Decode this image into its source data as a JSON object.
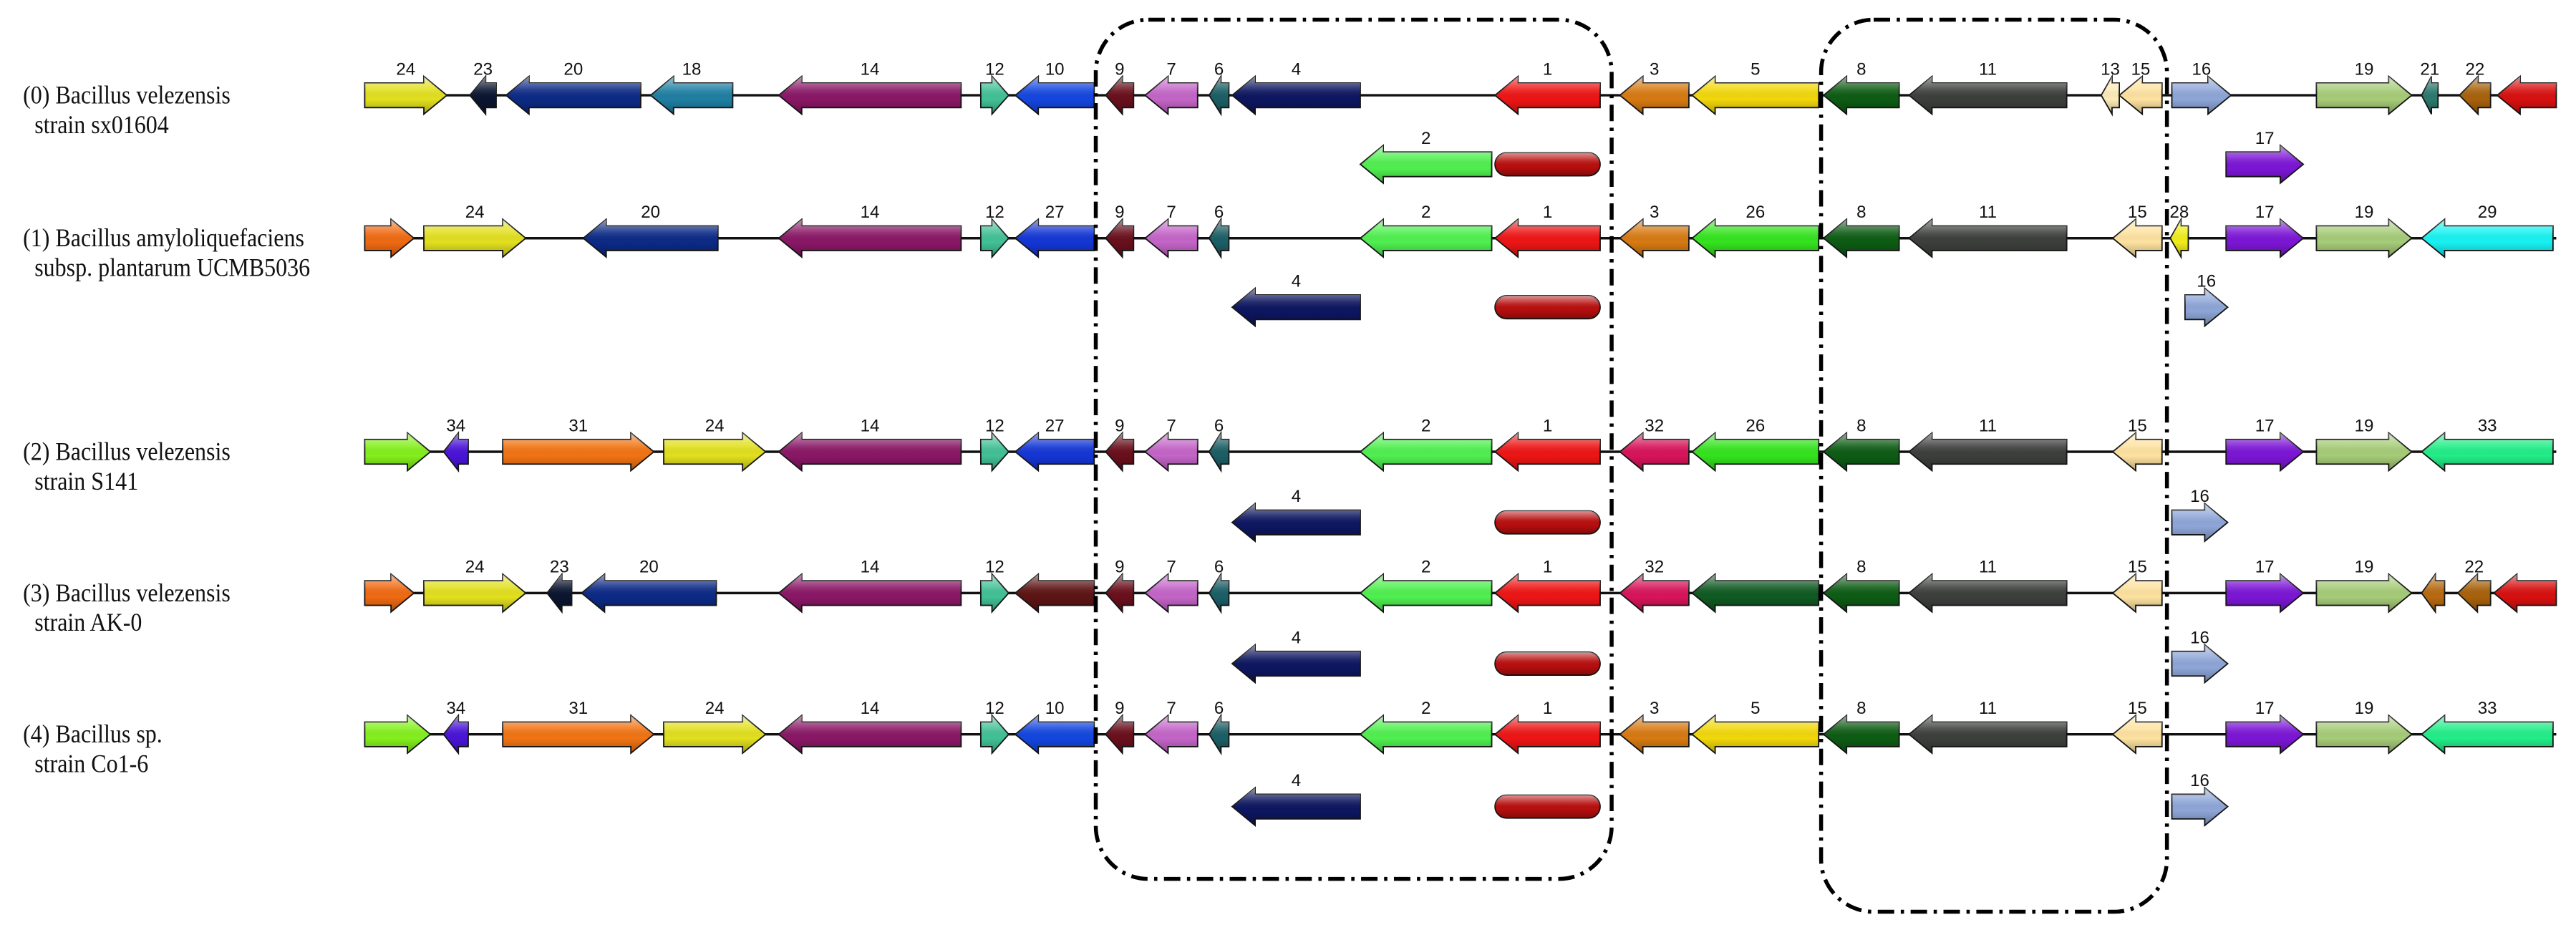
{
  "rows": [
    {
      "name_line1": "(0) Bacillus velezensis",
      "name_line2": "strain sx01604",
      "main_track": [
        {
          "label": "24",
          "color": "#e2e01e",
          "strand": 1
        },
        {
          "label": "23",
          "color": "#0b1530",
          "strand": -1
        },
        {
          "label": "20",
          "color": "#0c2a86",
          "strand": -1
        },
        {
          "label": "18",
          "color": "#1f7fa3",
          "strand": -1
        },
        {
          "label": "14",
          "color": "#8a1766",
          "strand": -1
        },
        {
          "label": "12",
          "color": "#42c196",
          "strand": 1
        },
        {
          "label": "10",
          "color": "#1446e0",
          "strand": -1
        },
        {
          "label": "9",
          "color": "#6a0f1c",
          "strand": -1
        },
        {
          "label": "7",
          "color": "#c465c8",
          "strand": -1
        },
        {
          "label": "6",
          "color": "#1b5f66",
          "strand": -1
        },
        {
          "label": "4",
          "color": "#0d1660",
          "strand": -1
        },
        {
          "label": "1",
          "color": "#ee1515",
          "strand": -1
        },
        {
          "label": "3",
          "color": "#d77a12",
          "strand": -1
        },
        {
          "label": "5",
          "color": "#f2d80a",
          "strand": -1
        },
        {
          "label": "8",
          "color": "#0d5c14",
          "strand": -1
        },
        {
          "label": "11",
          "color": "#3d3f3d",
          "strand": -1
        },
        {
          "label": "13",
          "color": "#fdebb8",
          "strand": -1
        },
        {
          "label": "15",
          "color": "#fee2a0",
          "strand": -1
        },
        {
          "label": "16",
          "color": "#8ea6d8",
          "strand": 1
        },
        {
          "label": "19",
          "color": "#a6cc78",
          "strand": 1
        },
        {
          "label": "21",
          "color": "#2c7a6e",
          "strand": -1
        },
        {
          "label": "22",
          "color": "#a8620c",
          "strand": -1
        },
        {
          "color": "#d81010",
          "strand": -1
        }
      ],
      "lower_track": [
        {
          "label": "2",
          "color": "#50f050",
          "strand": -1
        },
        {
          "label": "17",
          "color": "#7c16d6",
          "strand": 1
        }
      ],
      "rounded_feature": {
        "color": "#b80e0e"
      }
    },
    {
      "name_line1": "(1) Bacillus amyloliquefaciens",
      "name_line2": "subsp. plantarum UCMB5036",
      "main_track": [
        {
          "color": "#f06a12",
          "strand": 1
        },
        {
          "label": "24",
          "color": "#e2e01e",
          "strand": 1
        },
        {
          "label": "20",
          "color": "#0c2a86",
          "strand": -1
        },
        {
          "label": "14",
          "color": "#8a1766",
          "strand": -1
        },
        {
          "label": "12",
          "color": "#42c196",
          "strand": 1
        },
        {
          "label": "27",
          "color": "#1436d6",
          "strand": -1
        },
        {
          "label": "9",
          "color": "#6a0f1c",
          "strand": -1
        },
        {
          "label": "7",
          "color": "#c465c8",
          "strand": -1
        },
        {
          "label": "6",
          "color": "#1b5f66",
          "strand": -1
        },
        {
          "label": "2",
          "color": "#50f050",
          "strand": -1
        },
        {
          "label": "1",
          "color": "#ee1515",
          "strand": -1
        },
        {
          "label": "3",
          "color": "#d77a12",
          "strand": -1
        },
        {
          "label": "26",
          "color": "#34e41e",
          "strand": -1
        },
        {
          "label": "8",
          "color": "#0d5c14",
          "strand": -1
        },
        {
          "label": "11",
          "color": "#3d3f3d",
          "strand": -1
        },
        {
          "label": "15",
          "color": "#fee2a0",
          "strand": -1
        },
        {
          "label": "28",
          "color": "#f0ec1c",
          "strand": -1
        },
        {
          "label": "17",
          "color": "#7c16d6",
          "strand": 1
        },
        {
          "label": "19",
          "color": "#a6cc78",
          "strand": 1
        },
        {
          "label": "29",
          "color": "#18f2f2",
          "strand": -1
        }
      ],
      "lower_track": [
        {
          "label": "4",
          "color": "#0d1660",
          "strand": -1
        },
        {
          "label": "16",
          "color": "#8ea6d8",
          "strand": 1
        }
      ],
      "rounded_feature": {
        "color": "#b80e0e"
      }
    },
    {
      "name_line1": "(2) Bacillus velezensis",
      "name_line2": "strain S141",
      "main_track": [
        {
          "color": "#84f01c",
          "strand": 1
        },
        {
          "label": "34",
          "color": "#4a14d8",
          "strand": -1
        },
        {
          "label": "31",
          "color": "#f27414",
          "strand": 1
        },
        {
          "label": "24",
          "color": "#e2e01e",
          "strand": 1
        },
        {
          "label": "14",
          "color": "#8a1766",
          "strand": -1
        },
        {
          "label": "12",
          "color": "#42c196",
          "strand": 1
        },
        {
          "label": "27",
          "color": "#1436d6",
          "strand": -1
        },
        {
          "label": "9",
          "color": "#6a0f1c",
          "strand": -1
        },
        {
          "label": "7",
          "color": "#c465c8",
          "strand": -1
        },
        {
          "label": "6",
          "color": "#1b5f66",
          "strand": -1
        },
        {
          "label": "2",
          "color": "#50f050",
          "strand": -1
        },
        {
          "label": "1",
          "color": "#ee1515",
          "strand": -1
        },
        {
          "label": "32",
          "color": "#d8145a",
          "strand": -1
        },
        {
          "label": "26",
          "color": "#34e41e",
          "strand": -1
        },
        {
          "label": "8",
          "color": "#0d5c14",
          "strand": -1
        },
        {
          "label": "11",
          "color": "#3d3f3d",
          "strand": -1
        },
        {
          "label": "15",
          "color": "#fee2a0",
          "strand": -1
        },
        {
          "label": "17",
          "color": "#7c16d6",
          "strand": 1
        },
        {
          "label": "19",
          "color": "#a6cc78",
          "strand": 1
        },
        {
          "label": "33",
          "color": "#22ee88",
          "strand": -1
        }
      ],
      "lower_track": [
        {
          "label": "4",
          "color": "#0d1660",
          "strand": -1
        },
        {
          "label": "16",
          "color": "#8ea6d8",
          "strand": 1
        }
      ],
      "rounded_feature": {
        "color": "#b80e0e"
      }
    },
    {
      "name_line1": "(3) Bacillus velezensis",
      "name_line2": "strain AK-0",
      "main_track": [
        {
          "color": "#f06a12",
          "strand": 1
        },
        {
          "label": "24",
          "color": "#e2e01e",
          "strand": 1
        },
        {
          "label": "23",
          "color": "#0b1530",
          "strand": -1
        },
        {
          "label": "20",
          "color": "#0c2a86",
          "strand": -1
        },
        {
          "label": "14",
          "color": "#8a1766",
          "strand": -1
        },
        {
          "label": "12",
          "color": "#42c196",
          "strand": 1
        },
        {
          "color": "#5e1414",
          "strand": -1
        },
        {
          "label": "9",
          "color": "#6a0f1c",
          "strand": -1
        },
        {
          "label": "7",
          "color": "#c465c8",
          "strand": -1
        },
        {
          "label": "6",
          "color": "#1b5f66",
          "strand": -1
        },
        {
          "label": "2",
          "color": "#50f050",
          "strand": -1
        },
        {
          "label": "1",
          "color": "#ee1515",
          "strand": -1
        },
        {
          "label": "32",
          "color": "#d8145a",
          "strand": -1
        },
        {
          "color": "#0f5a22",
          "strand": -1
        },
        {
          "label": "8",
          "color": "#0d5c14",
          "strand": -1
        },
        {
          "label": "11",
          "color": "#3d3f3d",
          "strand": -1
        },
        {
          "label": "15",
          "color": "#fee2a0",
          "strand": -1
        },
        {
          "label": "17",
          "color": "#7c16d6",
          "strand": 1
        },
        {
          "label": "19",
          "color": "#a6cc78",
          "strand": 1
        },
        {
          "color": "#b86a10",
          "strand": -1
        },
        {
          "label": "22",
          "color": "#a8620c",
          "strand": -1
        },
        {
          "color": "#d81010",
          "strand": -1
        }
      ],
      "lower_track": [
        {
          "label": "4",
          "color": "#0d1660",
          "strand": -1
        },
        {
          "label": "16",
          "color": "#8ea6d8",
          "strand": 1
        }
      ],
      "rounded_feature": {
        "color": "#b80e0e"
      }
    },
    {
      "name_line1": "(4) Bacillus sp.",
      "name_line2": "strain Co1-6",
      "main_track": [
        {
          "color": "#84f01c",
          "strand": 1
        },
        {
          "label": "34",
          "color": "#4a14d8",
          "strand": -1
        },
        {
          "label": "31",
          "color": "#f27414",
          "strand": 1
        },
        {
          "label": "24",
          "color": "#e2e01e",
          "strand": 1
        },
        {
          "label": "14",
          "color": "#8a1766",
          "strand": -1
        },
        {
          "label": "12",
          "color": "#42c196",
          "strand": 1
        },
        {
          "label": "10",
          "color": "#1446e0",
          "strand": -1
        },
        {
          "label": "9",
          "color": "#6a0f1c",
          "strand": -1
        },
        {
          "label": "7",
          "color": "#c465c8",
          "strand": -1
        },
        {
          "label": "6",
          "color": "#1b5f66",
          "strand": -1
        },
        {
          "label": "2",
          "color": "#50f050",
          "strand": -1
        },
        {
          "label": "1",
          "color": "#ee1515",
          "strand": -1
        },
        {
          "label": "3",
          "color": "#d77a12",
          "strand": -1
        },
        {
          "label": "5",
          "color": "#f2d80a",
          "strand": -1
        },
        {
          "label": "8",
          "color": "#0d5c14",
          "strand": -1
        },
        {
          "label": "11",
          "color": "#3d3f3d",
          "strand": -1
        },
        {
          "label": "15",
          "color": "#fee2a0",
          "strand": -1
        },
        {
          "label": "17",
          "color": "#7c16d6",
          "strand": 1
        },
        {
          "label": "19",
          "color": "#a6cc78",
          "strand": 1
        },
        {
          "label": "33",
          "color": "#22ee88",
          "strand": -1
        }
      ],
      "lower_track": [
        {
          "label": "4",
          "color": "#0d1660",
          "strand": -1
        },
        {
          "label": "16",
          "color": "#8ea6d8",
          "strand": 1
        }
      ],
      "rounded_feature": {
        "color": "#b80e0e"
      }
    }
  ]
}
